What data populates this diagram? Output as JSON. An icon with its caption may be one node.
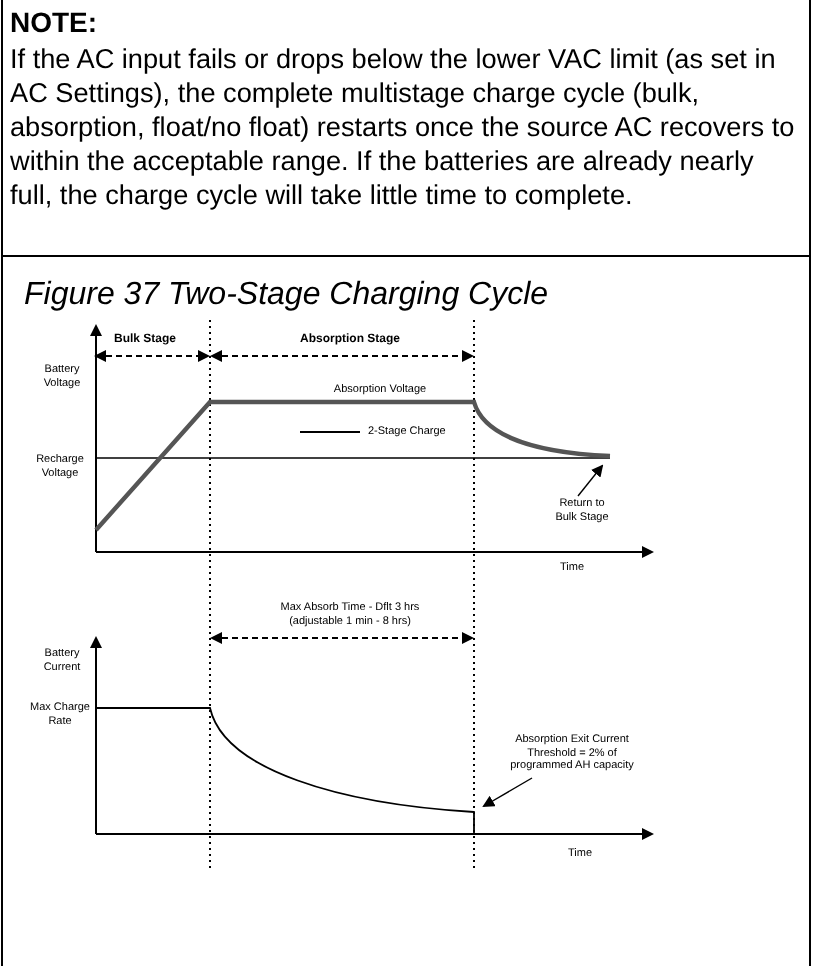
{
  "diagram": {
    "title": "Figure 37 Two-Stage Charging Cycle",
    "nodes": [
      {
        "text": [
          "Return to Bulk Stage"
        ]
      },
      {
        "text": [
          "Absorption Exit Current Threshold = 2% of programmed AH capacity"
        ]
      }
    ],
    "edges": [
      {
        "from": 0,
        "to": null,
        "arrow": "to"
      },
      {
        "from": 1,
        "to": null,
        "arrow": "to"
      }
    ],
    "labels": [
      "NOTE:",
      "If the AC input fails or drops below the lower VAC limit (as set in AC Settings), the complete multistage charge cycle (bulk, absorption, float/no float) restarts once the source AC recovers to within the acceptable range. If the batteries are already nearly full, the charge cycle will take little time to complete.",
      "Bulk Stage",
      "Absorption Stage",
      "Battery Voltage",
      "Absorption Voltage",
      "Recharge Voltage",
      "Time",
      "Max Absorb Time - Dflt 3 hrs (adjustable 1 min - 8 hrs)",
      "Battery Current",
      "Max Charge Rate",
      "Time"
    ],
    "legend": [
      {
        "text": "2-Stage Charge"
      }
    ]
  }
}
